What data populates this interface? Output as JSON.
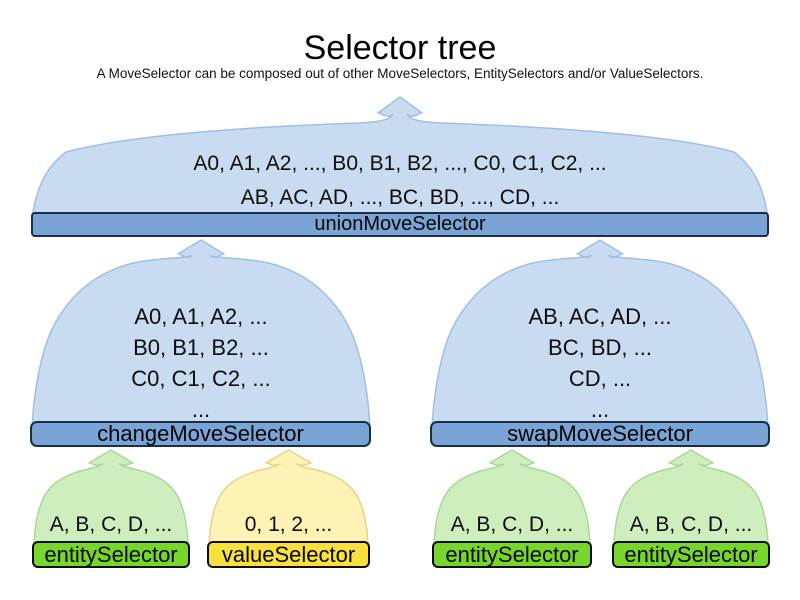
{
  "header": {
    "title": "Selector tree",
    "subtitle": "A MoveSelector can be composed out of other MoveSelectors, EntitySelectors and/or ValueSelectors."
  },
  "colors": {
    "move_cloud_fill": "#c9dbf0",
    "move_cloud_border": "#a0bfe0",
    "move_bar_fill": "#7aa4d6",
    "move_bar_border": "#1b2e45",
    "entity_cloud_fill": "#cfeebe",
    "entity_cloud_border": "#aad798",
    "entity_bar_fill": "#77d62b",
    "value_cloud_fill": "#fcf3b4",
    "value_cloud_border": "#e7d488",
    "value_bar_fill": "#f8e13c",
    "leaf_bar_border": "#0d0d0d",
    "text": "#000000"
  },
  "nodes": {
    "union": {
      "label": "unionMoveSelector",
      "lines": [
        "A0, A1, A2, ..., B0, B1, B2, ..., C0, C1, C2, ...",
        "AB, AC, AD, ..., BC, BD, ..., CD, ..."
      ]
    },
    "change": {
      "label": "changeMoveSelector",
      "lines": [
        "A0, A1, A2, ...",
        "B0, B1, B2, ...",
        "C0, C1, C2, ...",
        "..."
      ]
    },
    "swap": {
      "label": "swapMoveSelector",
      "lines": [
        "AB, AC, AD, ...",
        "BC, BD, ...",
        "CD, ...",
        "..."
      ]
    },
    "entity1": {
      "label": "entitySelector",
      "line": "A, B, C, D, ..."
    },
    "value1": {
      "label": "valueSelector",
      "line": "0, 1, 2, ..."
    },
    "entity2": {
      "label": "entitySelector",
      "line": "A, B, C, D, ..."
    },
    "entity3": {
      "label": "entitySelector",
      "line": "A, B, C, D, ..."
    }
  }
}
